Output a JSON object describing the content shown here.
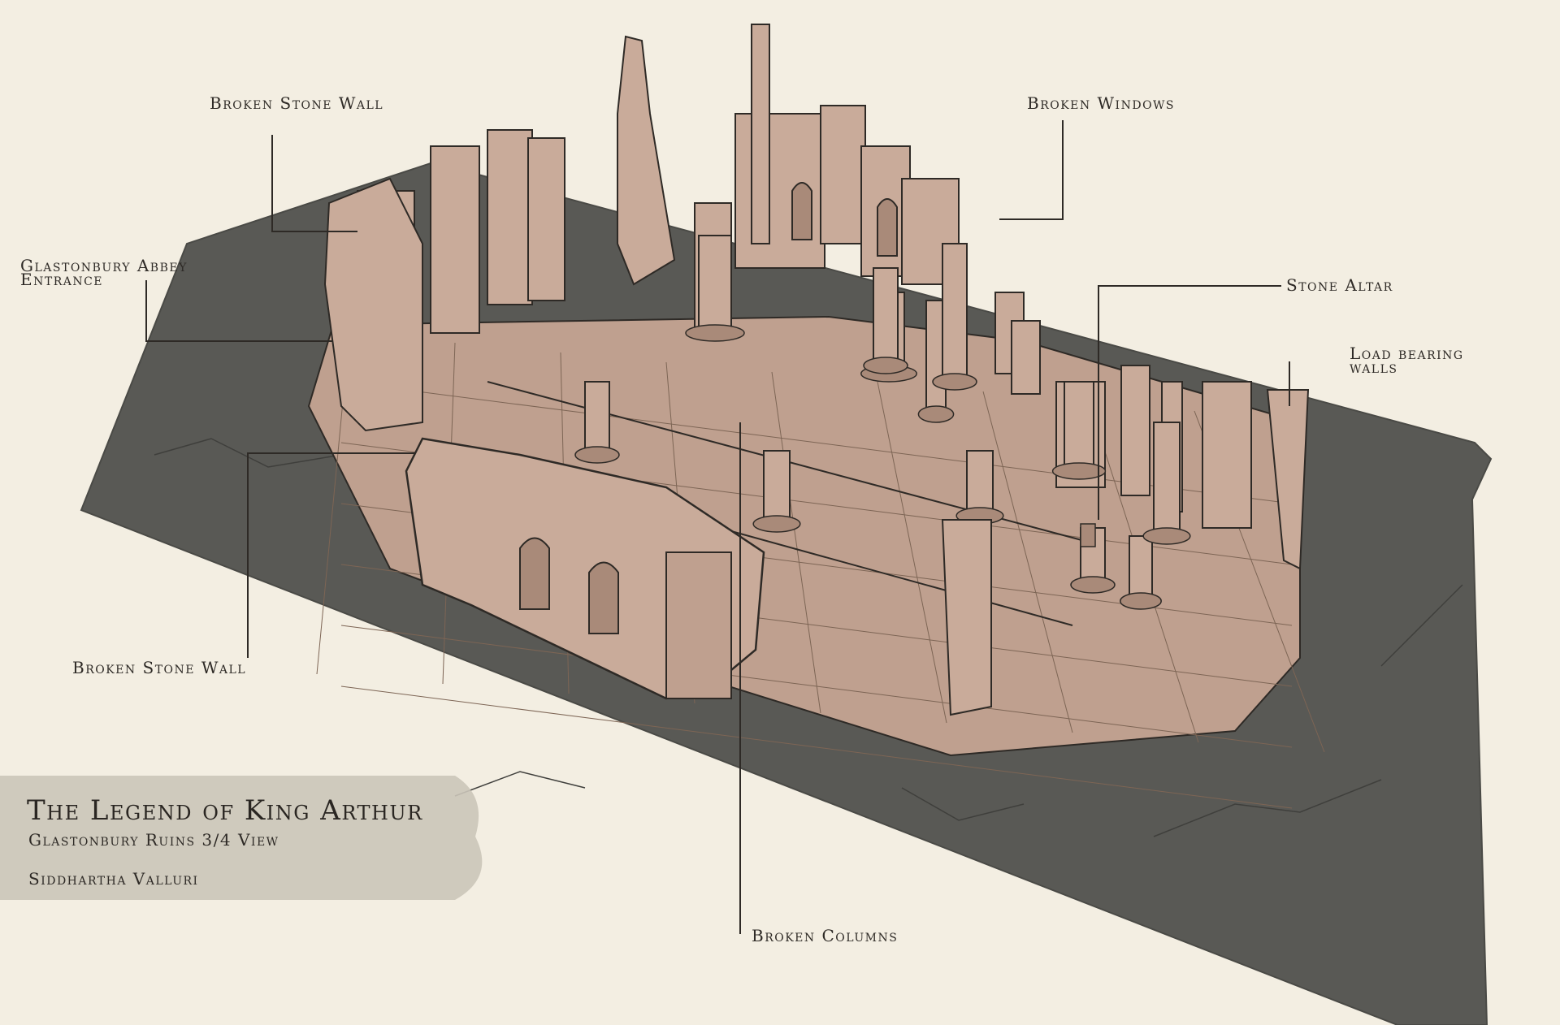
{
  "colors": {
    "paper": "#f3eee2",
    "ground": "#595955",
    "stone": "#bfa08f",
    "stone_light": "#c9ab9a",
    "stone_dark": "#a98a79",
    "ink": "#2e2a26",
    "band": "#cbc5b9"
  },
  "title": {
    "main": "The Legend of King Arthur",
    "sub": "Glastonbury Ruins  3/4 View",
    "author": "Siddhartha Valluri"
  },
  "callouts": {
    "broken_stone_wall_top": "Broken Stone Wall",
    "broken_windows": "Broken Windows",
    "abbey_entrance_line1": "Glastonbury Abbey",
    "abbey_entrance_line2": "Entrance",
    "stone_altar": "Stone Altar",
    "load_bearing_line1": "Load bearing",
    "load_bearing_line2": "walls",
    "broken_stone_wall_bottom": "Broken Stone Wall",
    "broken_columns": "Broken Columns"
  }
}
